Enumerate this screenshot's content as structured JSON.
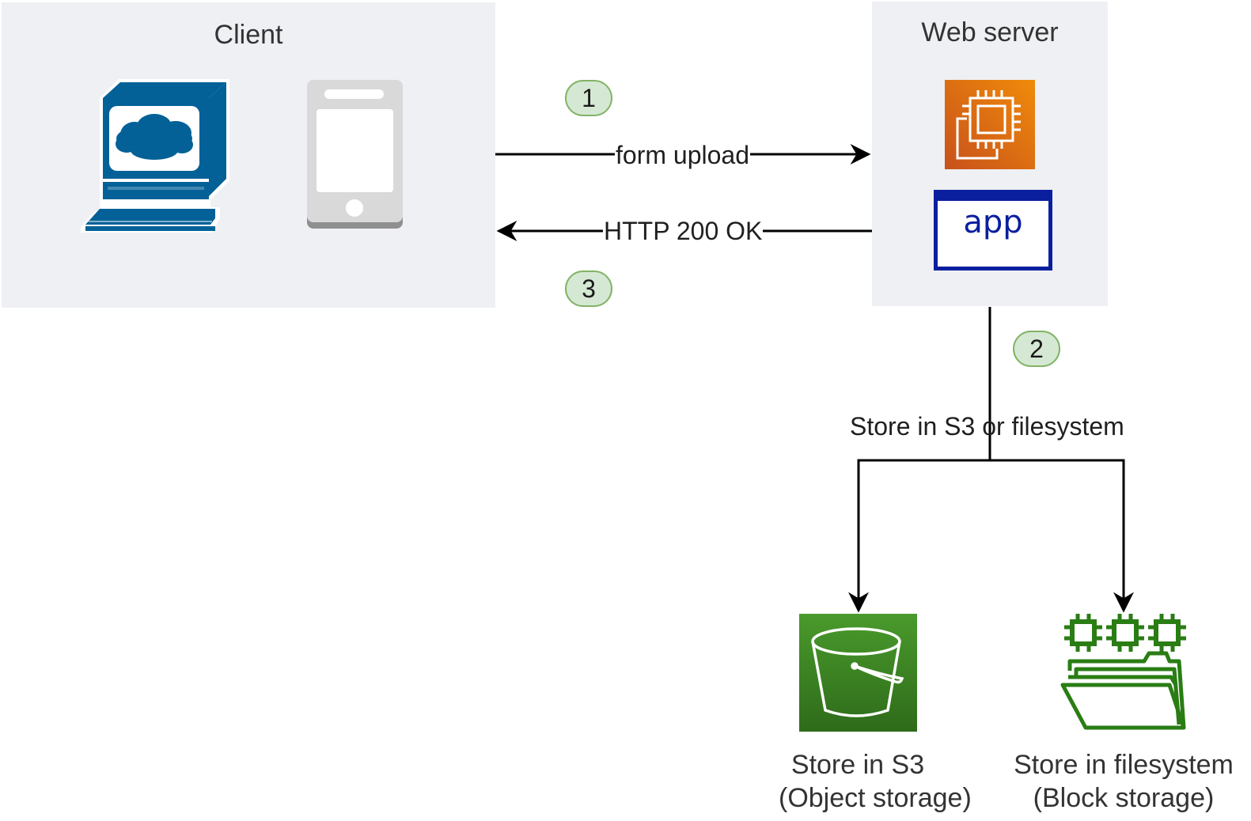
{
  "client": {
    "title": "Client",
    "icons": [
      "desktop-computer-icon",
      "mobile-phone-icon"
    ]
  },
  "server": {
    "title": "Web server",
    "ec2_icon": "ec2-instance-icon",
    "app_label": "app"
  },
  "edges": {
    "upload_label": "form upload",
    "response_label": "HTTP 200 OK",
    "store_label": "Store in S3 or filesystem"
  },
  "steps": [
    "1",
    "2",
    "3"
  ],
  "targets": {
    "s3": {
      "line1": "Store in S3",
      "line2": "(Object storage)",
      "icon": "s3-bucket-icon"
    },
    "fs": {
      "line1": "Store in filesystem",
      "line2": "(Block storage)",
      "icon": "folder-with-chips-icon"
    }
  },
  "colors": {
    "group_fill": "#eef0f3",
    "desktop_blue": "#036197",
    "ec2_orange": "#e8740c",
    "app_navy": "#0a1f9e",
    "s3_green": "#3f8624",
    "fs_green": "#2a7d14",
    "badge_fill": "#d5e8d4",
    "badge_border": "#82b366"
  }
}
